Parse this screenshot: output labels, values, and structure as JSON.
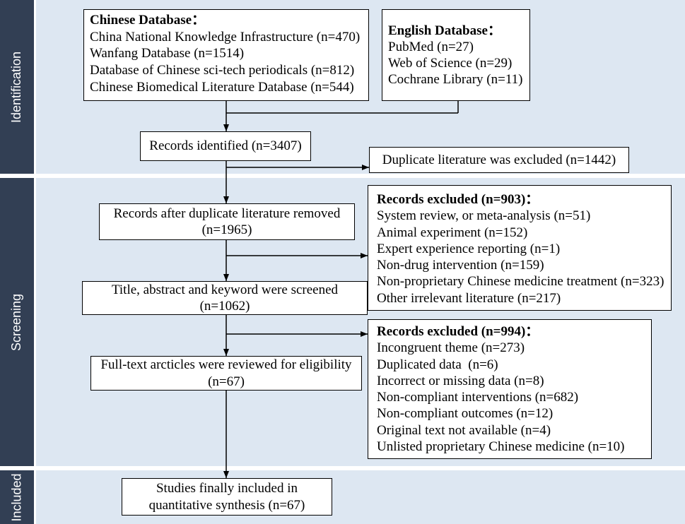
{
  "phases": {
    "identification": "Identification",
    "screening": "Screening",
    "included": "Included"
  },
  "chinese_database": {
    "title": "Chinese Database：",
    "items": [
      "China National Knowledge Infrastructure (n=470)",
      "Wanfang Database (n=1514)",
      "Database of Chinese sci-tech periodicals (n=812)",
      "Chinese Biomedical Literature Database (n=544)"
    ]
  },
  "english_database": {
    "title": "English Database：",
    "items": [
      "PubMed (n=27)",
      "Web of Science (n=29)",
      "Cochrane Library (n=11)"
    ]
  },
  "records_identified": "Records identified (n=3407)",
  "duplicates_excluded": "Duplicate literature was excluded (n=1442)",
  "records_after_duplicates": [
    "Records after duplicate literature removed",
    "(n=1965)"
  ],
  "excluded_screening": {
    "title": "Records excluded (n=903)：",
    "items": [
      "System review, or meta-analysis (n=51)",
      "Animal experiment (n=152)",
      "Expert experience reporting (n=1)",
      "Non-drug intervention (n=159)",
      "Non-proprietary Chinese medicine treatment (n=323)",
      "Other irrelevant literature (n=217)"
    ]
  },
  "title_abstract_screened": [
    "Title, abstract and keyword were screened",
    "(n=1062)"
  ],
  "excluded_eligibility": {
    "title": "Records excluded (n=994)：",
    "items": [
      "Incongruent theme (n=273)",
      "Duplicated data  (n=6)",
      "Incorrect or missing data (n=8)",
      "Non-compliant interventions (n=682)",
      "Non-compliant outcomes (n=12)",
      "Original text not available (n=4)",
      "Unlisted proprietary Chinese medicine (n=10)"
    ]
  },
  "full_text_reviewed": [
    "Full-text arcticles were reviewed for eligibility",
    "(n=67)"
  ],
  "studies_included": [
    "Studies finally included in",
    "quantitative synthesis (n=67)"
  ],
  "colors": {
    "phase_band": "#323f54",
    "phase_background": "#dde7f2",
    "box_fill": "#ffffff",
    "line": "#000000"
  }
}
